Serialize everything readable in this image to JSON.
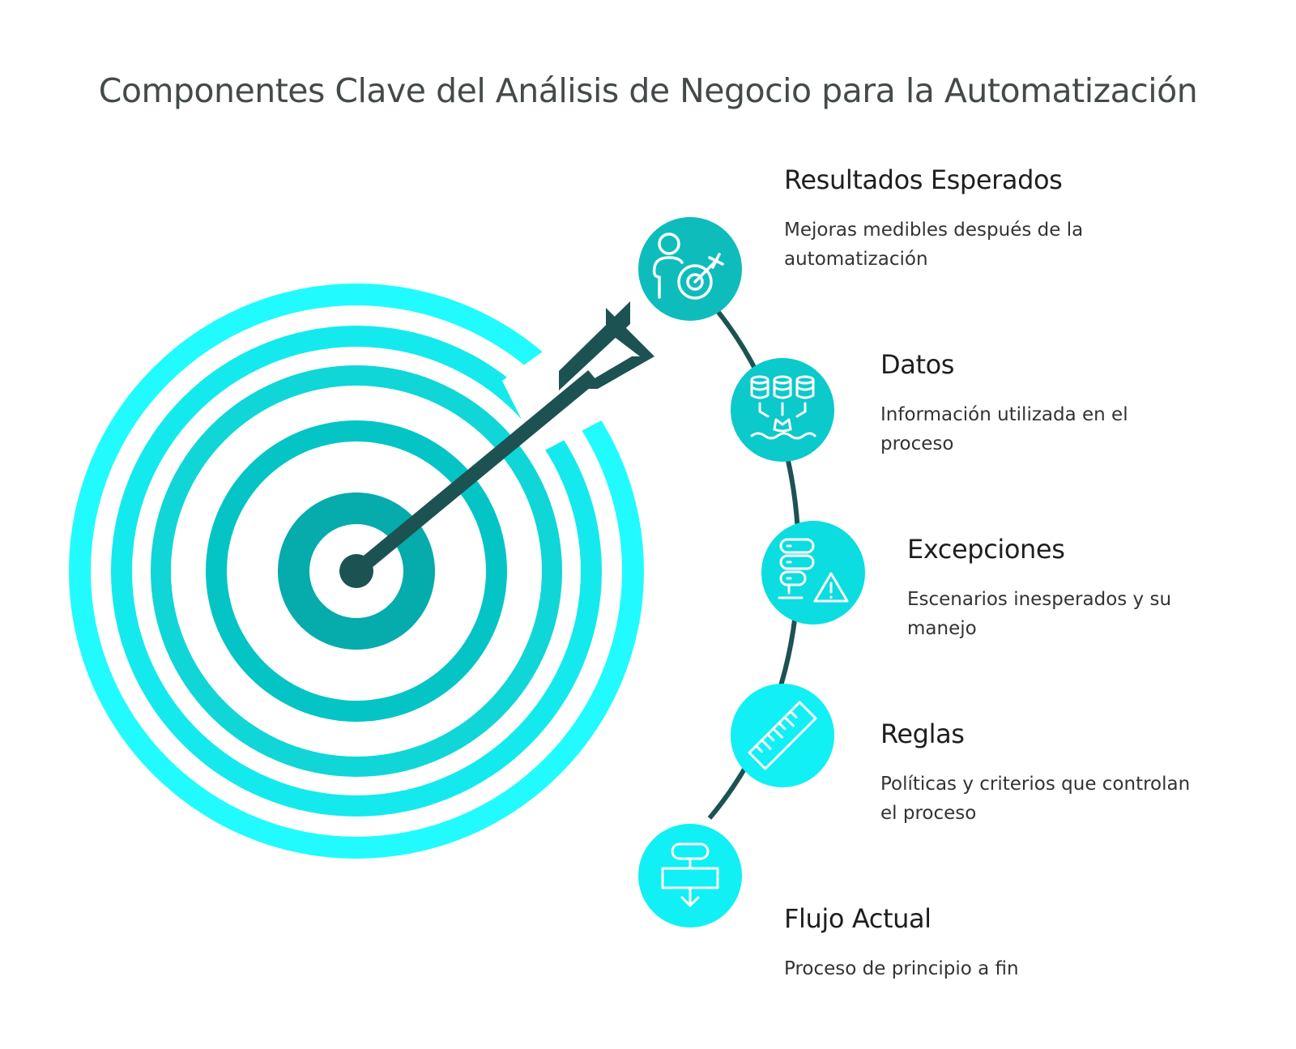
{
  "title": "Componentes Clave del Análisis de Negocio para la Automatización",
  "colors": {
    "ring_outer": "#21fbff",
    "ring_2": "#14eaee",
    "ring_3": "#10d6d8",
    "ring_4": "#05c4c6",
    "bullseye": "#06abac",
    "arrow": "#1d5253",
    "arc": "#1d5253",
    "icon_circle_teal": "#0fbcbc",
    "icon_circle_cyan": "#11f0f4",
    "icon_stroke": "#ffffff",
    "title_text": "#444a4a"
  },
  "items": [
    {
      "title": "Resultados Esperados",
      "description": "Mejoras medibles después de la automatización",
      "icon": "person-target-icon"
    },
    {
      "title": "Datos",
      "description": "Información utilizada en el proceso",
      "icon": "databases-icon"
    },
    {
      "title": "Excepciones",
      "description": "Escenarios inesperados y su manejo",
      "icon": "server-warning-icon"
    },
    {
      "title": "Reglas",
      "description": "Políticas y criterios que controlan el proceso",
      "icon": "ruler-icon"
    },
    {
      "title": "Flujo Actual",
      "description": "Proceso de principio a fin",
      "icon": "flowchart-icon"
    }
  ]
}
